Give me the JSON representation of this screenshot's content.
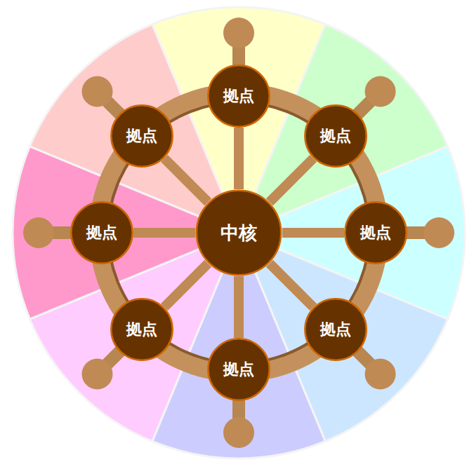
{
  "diagram": {
    "nodes": [
      {
        "text": [
          "中核"
        ]
      },
      {
        "text": [
          "拠点"
        ]
      },
      {
        "text": [
          "拠点"
        ]
      },
      {
        "text": [
          "拠点"
        ]
      },
      {
        "text": [
          "拠点"
        ]
      },
      {
        "text": [
          "拠点"
        ]
      },
      {
        "text": [
          "拠点"
        ]
      },
      {
        "text": [
          "拠点"
        ]
      },
      {
        "text": [
          "拠点"
        ]
      }
    ],
    "edges": [
      {
        "from": 0,
        "to": 1,
        "arrow": "none"
      },
      {
        "from": 0,
        "to": 2,
        "arrow": "none"
      },
      {
        "from": 0,
        "to": 3,
        "arrow": "none"
      },
      {
        "from": 0,
        "to": 4,
        "arrow": "none"
      },
      {
        "from": 0,
        "to": 5,
        "arrow": "none"
      },
      {
        "from": 0,
        "to": 6,
        "arrow": "none"
      },
      {
        "from": 0,
        "to": 7,
        "arrow": "none"
      },
      {
        "from": 0,
        "to": 8,
        "arrow": "none"
      }
    ]
  }
}
